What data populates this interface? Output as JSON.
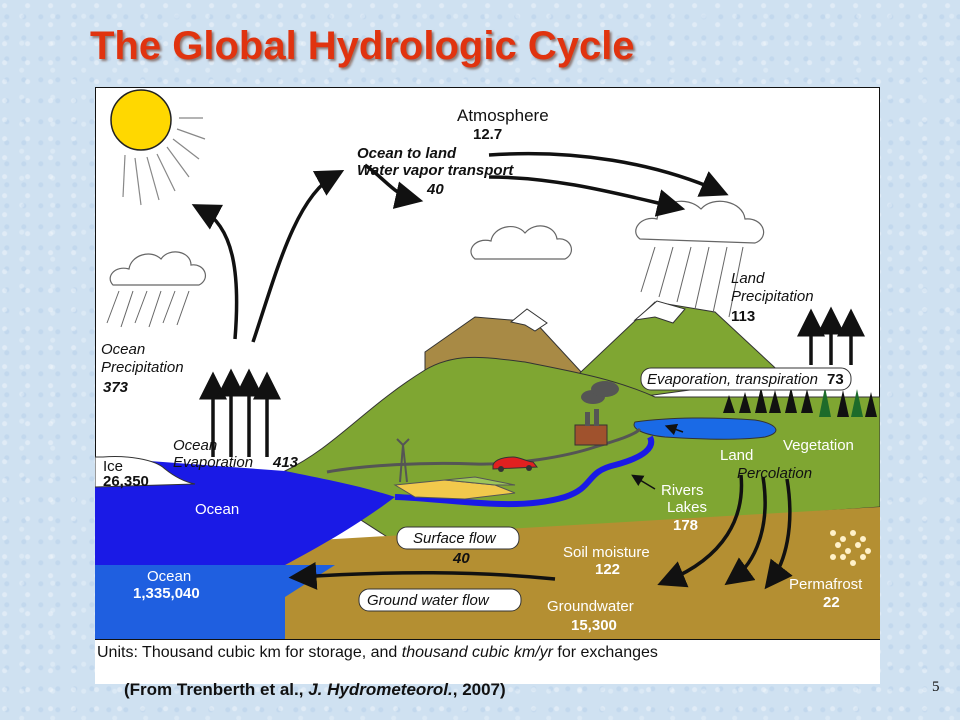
{
  "slide": {
    "title": "The Global Hydrologic Cycle",
    "page_number": "5",
    "caption_prefix": "(From Trenberth et al., ",
    "caption_journal": "J. Hydrometeorol.",
    "caption_suffix": ", 2007)"
  },
  "diagram": {
    "atmosphere": {
      "label": "Atmosphere",
      "value": "12.7"
    },
    "transport": {
      "line1": "Ocean to land",
      "line2": "Water vapor transport",
      "value": "40"
    },
    "land_precip": {
      "line1": "Land",
      "line2": "Precipitation",
      "value": "113"
    },
    "ocean_precip": {
      "line1": "Ocean",
      "line2": "Precipitation",
      "value": "373"
    },
    "ocean_evap": {
      "line1": "Ocean",
      "line2": "Evaporation",
      "value": "413"
    },
    "evap_transp": {
      "label": "Evaporation, transpiration",
      "value": "73"
    },
    "vegetation": {
      "label": "Vegetation"
    },
    "ice": {
      "label": "Ice",
      "value": "26,350"
    },
    "ocean_surface": {
      "label": "Ocean"
    },
    "ocean_storage": {
      "label": "Ocean",
      "value": "1,335,040"
    },
    "land": {
      "label": "Land"
    },
    "percolation": {
      "label": "Percolation"
    },
    "rivers_lakes": {
      "line1": "Rivers",
      "line2": "Lakes",
      "value": "178"
    },
    "surface_flow": {
      "label": "Surface flow",
      "value": "40"
    },
    "soil_moisture": {
      "label": "Soil moisture",
      "value": "122"
    },
    "ground_water_flow": {
      "label": "Ground water flow"
    },
    "groundwater": {
      "label": "Groundwater",
      "value": "15,300"
    },
    "permafrost": {
      "label": "Permafrost",
      "value": "22"
    },
    "units_note": {
      "part1": "Units: Thousand cubic km for storage, and ",
      "part2": "thousand cubic km/yr",
      "part3": " for exchanges"
    }
  },
  "colors": {
    "title": "#e0330f",
    "ocean": "#1a1ae6",
    "deep_ocean": "#1f5fe0",
    "land_green": "#7fa632",
    "soil": "#b48f32",
    "sun": "#ffd800"
  }
}
